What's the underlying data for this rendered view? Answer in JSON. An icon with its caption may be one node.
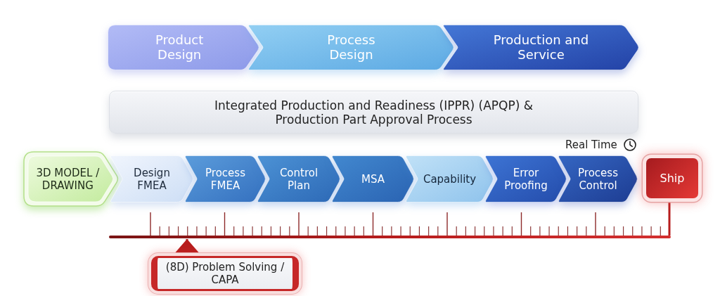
{
  "diagram": {
    "nodes": [
      {
        "text": [
          "Product Design"
        ]
      },
      {
        "text": [
          "Process Design"
        ]
      },
      {
        "text": [
          "Production and Service"
        ]
      },
      {
        "text": [
          "Integrated Production and Readiness (IPPR) (APQP) & Production Part Approval Process"
        ]
      },
      {
        "text": [
          "3D MODEL / DRAWING"
        ]
      },
      {
        "text": [
          "Design FMEA"
        ]
      },
      {
        "text": [
          "Process FMEA"
        ]
      },
      {
        "text": [
          "Control Plan"
        ]
      },
      {
        "text": [
          "MSA"
        ]
      },
      {
        "text": [
          "Capability"
        ]
      },
      {
        "text": [
          "Error Proofing"
        ]
      },
      {
        "text": [
          "Process Control"
        ]
      },
      {
        "text": [
          "Ship"
        ]
      },
      {
        "text": [],
        "shape": "bar"
      },
      {
        "text": [
          "(8D) Problem Solving / CAPA"
        ]
      }
    ],
    "edges": [
      {
        "from": 12,
        "to": 13,
        "arrow": "none"
      },
      {
        "from": 14,
        "to": 13,
        "arrow": "to"
      }
    ],
    "labels": [
      "Real Time"
    ]
  }
}
